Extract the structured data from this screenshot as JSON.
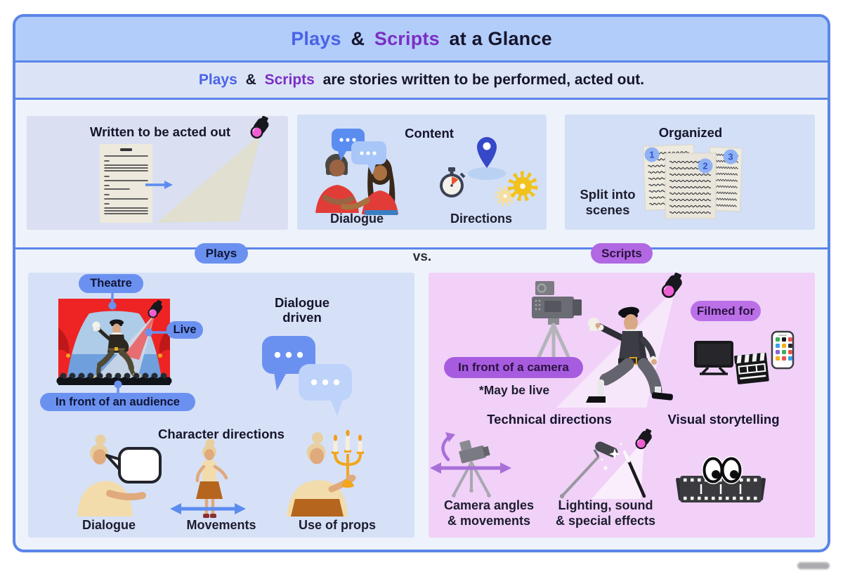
{
  "header": {
    "plays": "Plays",
    "amp": "&",
    "scripts": "Scripts",
    "rest": "at a Glance"
  },
  "subtitle": {
    "plays": "Plays",
    "amp": "&",
    "scripts": "Scripts",
    "rest": "are stories written to be performed, acted out."
  },
  "top": {
    "acted": {
      "title": "Written to be acted out"
    },
    "content": {
      "title": "Content",
      "dialogue": "Dialogue",
      "directions": "Directions"
    },
    "organized": {
      "title": "Organized",
      "caption": "Split into\nscenes",
      "p1": "1",
      "p2": "2",
      "p3": "3"
    }
  },
  "versus": {
    "plays": "Plays",
    "vs": "vs.",
    "scripts": "Scripts"
  },
  "plays": {
    "theatre_pill": "Theatre",
    "live_pill": "Live",
    "audience_pill": "In front of an audience",
    "dialogue_driven": "Dialogue\ndriven",
    "character_directions": "Character directions",
    "dialogue_label": "Dialogue",
    "movements_label": "Movements",
    "props_label": "Use of props"
  },
  "scripts": {
    "filmed_for_pill": "Filmed for",
    "camera_pill": "In front of a camera",
    "may_be_live": "*May be live",
    "technical_directions": "Technical directions",
    "visual_storytelling": "Visual storytelling",
    "camera_caption": "Camera angles\n& movements",
    "lighting_caption": "Lighting, sound\n& special effects"
  },
  "colors": {
    "accent_blue": "#5b85e8",
    "accent_purple": "#7b2ec6",
    "pill_blue": "#6b91f0",
    "pill_purple": "#b168e2",
    "panel_blue": "#d6e1f8",
    "panel_pink": "#f1d1f8",
    "header_band": "#b2cdfa"
  }
}
